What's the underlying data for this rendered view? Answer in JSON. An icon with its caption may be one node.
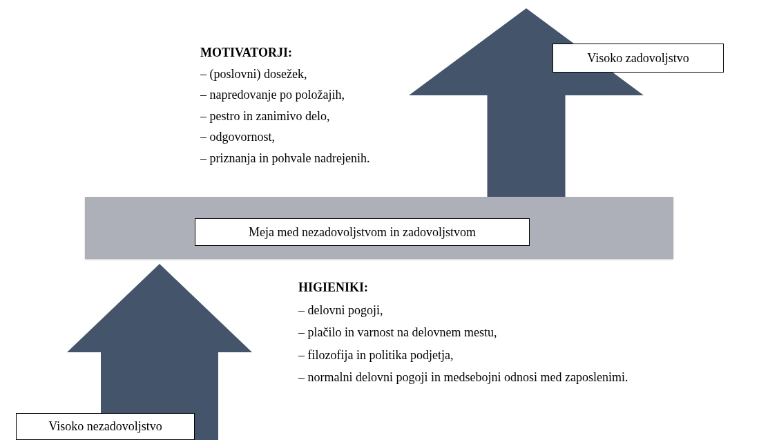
{
  "diagram": {
    "nodes": [
      {
        "text": [
          "Visoko zadovoljstvo"
        ]
      },
      {
        "text": [],
        "shape": "bar"
      },
      {
        "text": [
          "Meja med nezadovoljstvom in zadovoljstvom"
        ],
        "in": 1
      },
      {
        "text": [
          "Visoko nezadovoljstvo"
        ]
      }
    ],
    "edges": [
      {
        "from": 3,
        "to": 1,
        "arrow": "to",
        "style": "thick"
      },
      {
        "from": 1,
        "to": 0,
        "arrow": "to",
        "style": "thick"
      }
    ],
    "labels": [
      "MOTIVATORJI:",
      "– (poslovni) dosežek,",
      "– napredovanje po položajih,",
      "– pestro in zanimivo delo,",
      "– odgovornost,",
      "– priznanja in pohvale nadrejenih.",
      "HIGIENIKI:",
      "– delovni pogoji,",
      "– plačilo in varnost na delovnem mestu,",
      "– filozofija in politika podjetja,",
      "– normalni delovni pogoji in medsebojni odnosi med zaposlenimi."
    ]
  }
}
